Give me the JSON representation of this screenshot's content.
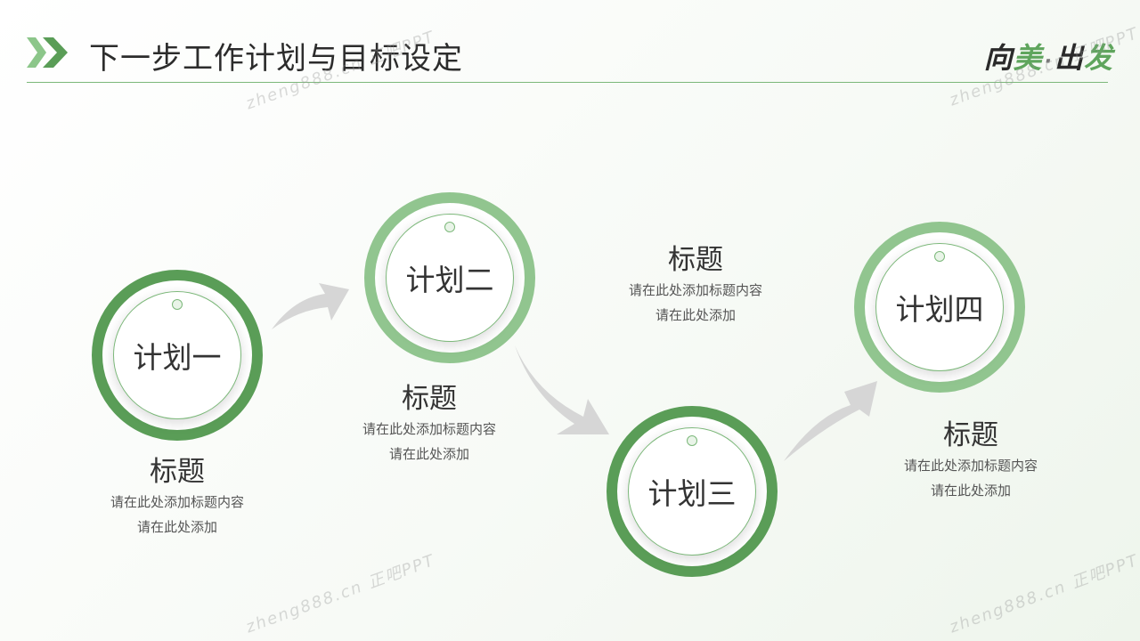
{
  "header": {
    "title": "下一步工作计划与目标设定",
    "slogan": {
      "part1": "向",
      "part2": "美",
      "dot": "·",
      "part3": "出",
      "part4": "发"
    }
  },
  "plans": [
    {
      "label": "计划一",
      "title": "标题",
      "desc1": "请在此处添加标题内容",
      "desc2": "请在此处添加"
    },
    {
      "label": "计划二",
      "title": "标题",
      "desc1": "请在此处添加标题内容",
      "desc2": "请在此处添加"
    },
    {
      "label": "计划三",
      "title": "标题",
      "desc1": "请在此处添加标题内容",
      "desc2": "请在此处添加"
    },
    {
      "label": "计划四",
      "title": "标题",
      "desc1": "请在此处添加标题内容",
      "desc2": "请在此处添加"
    }
  ],
  "watermark": "zheng888.cn 正吧PPT",
  "colors": {
    "dark_green": "#5a9d57",
    "light_green": "#91c58f",
    "arrow_gray": "#d6d6d6",
    "line": "#7cb87a"
  }
}
